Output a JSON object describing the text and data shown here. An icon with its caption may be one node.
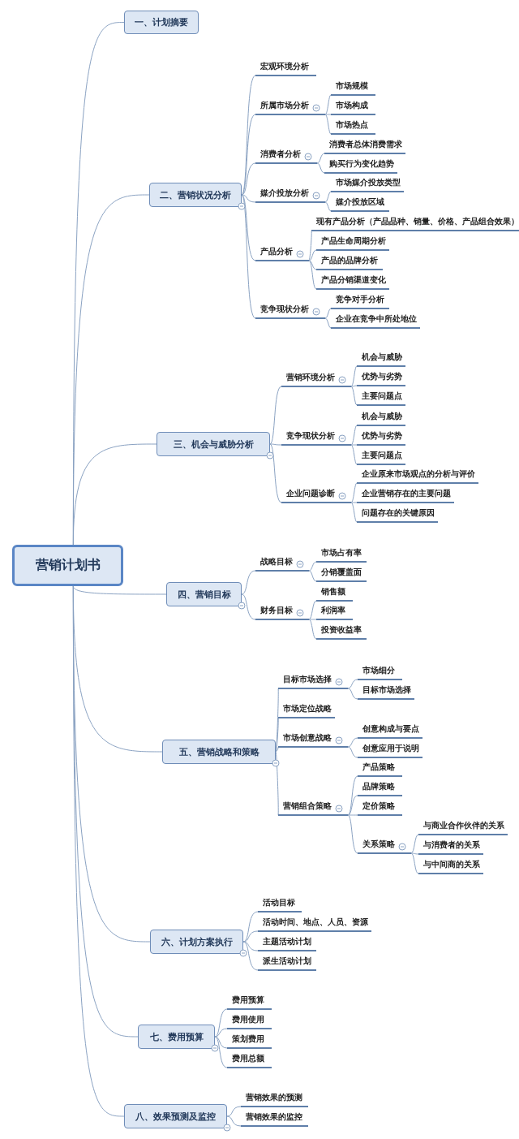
{
  "diagram": {
    "nodes": [
      {
        "text": [
          "营销计划书"
        ]
      },
      {
        "text": [
          "一、计划摘要"
        ]
      },
      {
        "text": [
          "二、营销状况分析"
        ]
      },
      {
        "text": [
          "宏观环境分析"
        ]
      },
      {
        "text": [
          "所属市场分析"
        ]
      },
      {
        "text": [
          "市场规模"
        ]
      },
      {
        "text": [
          "市场构成"
        ]
      },
      {
        "text": [
          "市场热点"
        ]
      },
      {
        "text": [
          "消费者分析"
        ]
      },
      {
        "text": [
          "消费者总体消费需求"
        ]
      },
      {
        "text": [
          "购买行为变化趋势"
        ]
      },
      {
        "text": [
          "媒介投放分析"
        ]
      },
      {
        "text": [
          "市场媒介投放类型"
        ]
      },
      {
        "text": [
          "媒介投放区域"
        ]
      },
      {
        "text": [
          "产品分析"
        ]
      },
      {
        "text": [
          "现有产品分析（产品品种、销量、价格、产品组合效果）"
        ]
      },
      {
        "text": [
          "产品生命周期分析"
        ]
      },
      {
        "text": [
          "产品的品牌分析"
        ]
      },
      {
        "text": [
          "产品分销渠道变化"
        ]
      },
      {
        "text": [
          "竞争现状分析"
        ]
      },
      {
        "text": [
          "竞争对手分析"
        ]
      },
      {
        "text": [
          "企业在竞争中所处地位"
        ]
      },
      {
        "text": [
          "三、机会与威胁分析"
        ]
      },
      {
        "text": [
          "营销环境分析"
        ]
      },
      {
        "text": [
          "机会与威胁"
        ]
      },
      {
        "text": [
          "优势与劣势"
        ]
      },
      {
        "text": [
          "主要问题点"
        ]
      },
      {
        "text": [
          "竞争现状分析"
        ]
      },
      {
        "text": [
          "机会与威胁"
        ]
      },
      {
        "text": [
          "优势与劣势"
        ]
      },
      {
        "text": [
          "主要问题点"
        ]
      },
      {
        "text": [
          "企业问题诊断"
        ]
      },
      {
        "text": [
          "企业原来市场观点的分析与评价"
        ]
      },
      {
        "text": [
          "企业营销存在的主要问题"
        ]
      },
      {
        "text": [
          "问题存在的关键原因"
        ]
      },
      {
        "text": [
          "四、营销目标"
        ]
      },
      {
        "text": [
          "战略目标"
        ]
      },
      {
        "text": [
          "市场占有率"
        ]
      },
      {
        "text": [
          "分销覆盖面"
        ]
      },
      {
        "text": [
          "财务目标"
        ]
      },
      {
        "text": [
          "销售额"
        ]
      },
      {
        "text": [
          "利润率"
        ]
      },
      {
        "text": [
          "投资收益率"
        ]
      },
      {
        "text": [
          "五、营销战略和策略"
        ]
      },
      {
        "text": [
          "目标市场选择"
        ]
      },
      {
        "text": [
          "市场细分"
        ]
      },
      {
        "text": [
          "目标市场选择"
        ]
      },
      {
        "text": [
          "市场定位战略"
        ]
      },
      {
        "text": [
          "市场创意战略"
        ]
      },
      {
        "text": [
          "创意构成与要点"
        ]
      },
      {
        "text": [
          "创意应用于说明"
        ]
      },
      {
        "text": [
          "营销组合策略"
        ]
      },
      {
        "text": [
          "产品策略"
        ]
      },
      {
        "text": [
          "品牌策略"
        ]
      },
      {
        "text": [
          "定价策略"
        ]
      },
      {
        "text": [
          "关系策略"
        ]
      },
      {
        "text": [
          "与商业合作伙伴的关系"
        ]
      },
      {
        "text": [
          "与消费者的关系"
        ]
      },
      {
        "text": [
          "与中间商的关系"
        ]
      },
      {
        "text": [
          "六、计划方案执行"
        ]
      },
      {
        "text": [
          "活动目标"
        ]
      },
      {
        "text": [
          "活动时间、地点、人员、资源"
        ]
      },
      {
        "text": [
          "主题活动计划"
        ]
      },
      {
        "text": [
          "派生活动计划"
        ]
      },
      {
        "text": [
          "七、费用预算"
        ]
      },
      {
        "text": [
          "费用预算"
        ]
      },
      {
        "text": [
          "费用使用"
        ]
      },
      {
        "text": [
          "策划费用"
        ]
      },
      {
        "text": [
          "费用总额"
        ]
      },
      {
        "text": [
          "八、效果预测及监控"
        ]
      },
      {
        "text": [
          "营销效果的预测"
        ]
      },
      {
        "text": [
          "营销效果的监控"
        ]
      }
    ],
    "edges": [
      {
        "from": 0,
        "to": 1,
        "arrow": "none"
      },
      {
        "from": 0,
        "to": 2,
        "arrow": "none"
      },
      {
        "from": 2,
        "to": 3,
        "arrow": "none"
      },
      {
        "from": 2,
        "to": 4,
        "arrow": "none"
      },
      {
        "from": 4,
        "to": 5,
        "arrow": "none"
      },
      {
        "from": 4,
        "to": 6,
        "arrow": "none"
      },
      {
        "from": 4,
        "to": 7,
        "arrow": "none"
      },
      {
        "from": 2,
        "to": 8,
        "arrow": "none"
      },
      {
        "from": 8,
        "to": 9,
        "arrow": "none"
      },
      {
        "from": 8,
        "to": 10,
        "arrow": "none"
      },
      {
        "from": 2,
        "to": 11,
        "arrow": "none"
      },
      {
        "from": 11,
        "to": 12,
        "arrow": "none"
      },
      {
        "from": 11,
        "to": 13,
        "arrow": "none"
      },
      {
        "from": 2,
        "to": 14,
        "arrow": "none"
      },
      {
        "from": 14,
        "to": 15,
        "arrow": "none"
      },
      {
        "from": 14,
        "to": 16,
        "arrow": "none"
      },
      {
        "from": 14,
        "to": 17,
        "arrow": "none"
      },
      {
        "from": 14,
        "to": 18,
        "arrow": "none"
      },
      {
        "from": 2,
        "to": 19,
        "arrow": "none"
      },
      {
        "from": 19,
        "to": 20,
        "arrow": "none"
      },
      {
        "from": 19,
        "to": 21,
        "arrow": "none"
      },
      {
        "from": 0,
        "to": 22,
        "arrow": "none"
      },
      {
        "from": 22,
        "to": 23,
        "arrow": "none"
      },
      {
        "from": 23,
        "to": 24,
        "arrow": "none"
      },
      {
        "from": 23,
        "to": 25,
        "arrow": "none"
      },
      {
        "from": 23,
        "to": 26,
        "arrow": "none"
      },
      {
        "from": 22,
        "to": 27,
        "arrow": "none"
      },
      {
        "from": 27,
        "to": 28,
        "arrow": "none"
      },
      {
        "from": 27,
        "to": 29,
        "arrow": "none"
      },
      {
        "from": 27,
        "to": 30,
        "arrow": "none"
      },
      {
        "from": 22,
        "to": 31,
        "arrow": "none"
      },
      {
        "from": 31,
        "to": 32,
        "arrow": "none"
      },
      {
        "from": 31,
        "to": 33,
        "arrow": "none"
      },
      {
        "from": 31,
        "to": 34,
        "arrow": "none"
      },
      {
        "from": 0,
        "to": 35,
        "arrow": "none"
      },
      {
        "from": 35,
        "to": 36,
        "arrow": "none"
      },
      {
        "from": 36,
        "to": 37,
        "arrow": "none"
      },
      {
        "from": 36,
        "to": 38,
        "arrow": "none"
      },
      {
        "from": 35,
        "to": 39,
        "arrow": "none"
      },
      {
        "from": 39,
        "to": 40,
        "arrow": "none"
      },
      {
        "from": 39,
        "to": 41,
        "arrow": "none"
      },
      {
        "from": 39,
        "to": 42,
        "arrow": "none"
      },
      {
        "from": 0,
        "to": 43,
        "arrow": "none"
      },
      {
        "from": 43,
        "to": 44,
        "arrow": "none"
      },
      {
        "from": 44,
        "to": 45,
        "arrow": "none"
      },
      {
        "from": 44,
        "to": 46,
        "arrow": "none"
      },
      {
        "from": 43,
        "to": 47,
        "arrow": "none"
      },
      {
        "from": 43,
        "to": 48,
        "arrow": "none"
      },
      {
        "from": 48,
        "to": 49,
        "arrow": "none"
      },
      {
        "from": 48,
        "to": 50,
        "arrow": "none"
      },
      {
        "from": 43,
        "to": 51,
        "arrow": "none"
      },
      {
        "from": 51,
        "to": 52,
        "arrow": "none"
      },
      {
        "from": 51,
        "to": 53,
        "arrow": "none"
      },
      {
        "from": 51,
        "to": 54,
        "arrow": "none"
      },
      {
        "from": 51,
        "to": 55,
        "arrow": "none"
      },
      {
        "from": 55,
        "to": 56,
        "arrow": "none"
      },
      {
        "from": 55,
        "to": 57,
        "arrow": "none"
      },
      {
        "from": 55,
        "to": 58,
        "arrow": "none"
      },
      {
        "from": 0,
        "to": 59,
        "arrow": "none"
      },
      {
        "from": 59,
        "to": 60,
        "arrow": "none"
      },
      {
        "from": 59,
        "to": 61,
        "arrow": "none"
      },
      {
        "from": 59,
        "to": 62,
        "arrow": "none"
      },
      {
        "from": 59,
        "to": 63,
        "arrow": "none"
      },
      {
        "from": 0,
        "to": 64,
        "arrow": "none"
      },
      {
        "from": 64,
        "to": 65,
        "arrow": "none"
      },
      {
        "from": 64,
        "to": 66,
        "arrow": "none"
      },
      {
        "from": 64,
        "to": 67,
        "arrow": "none"
      },
      {
        "from": 64,
        "to": 68,
        "arrow": "none"
      },
      {
        "from": 0,
        "to": 69,
        "arrow": "none"
      },
      {
        "from": 69,
        "to": 70,
        "arrow": "none"
      },
      {
        "from": 69,
        "to": 71,
        "arrow": "none"
      }
    ]
  }
}
